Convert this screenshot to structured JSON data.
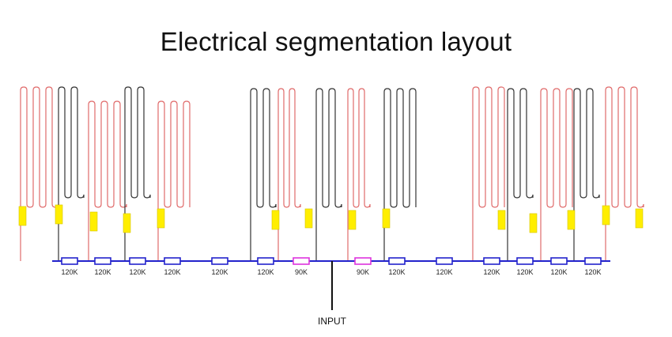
{
  "title": "Electrical segmentation layout",
  "input_label": "INPUT",
  "colors": {
    "red_trace": "#e06a6a",
    "black_trace": "#333333",
    "bus": "#2222cc",
    "resistor": "#2222cc",
    "special_resistor": "#dd33dd",
    "pad": "#ffee00",
    "pad_border": "#d6c400",
    "input_lead": "#111111"
  },
  "resistors": [
    {
      "label": "120K",
      "kind": "normal"
    },
    {
      "label": "120K",
      "kind": "normal"
    },
    {
      "label": "120K",
      "kind": "normal"
    },
    {
      "label": "120K",
      "kind": "normal"
    },
    {
      "label": "120K",
      "kind": "normal"
    },
    {
      "label": "120K",
      "kind": "normal"
    },
    {
      "label": "90K",
      "kind": "special"
    },
    {
      "label": "90K",
      "kind": "special"
    },
    {
      "label": "120K",
      "kind": "normal"
    },
    {
      "label": "120K",
      "kind": "normal"
    },
    {
      "label": "120K",
      "kind": "normal"
    },
    {
      "label": "120K",
      "kind": "normal"
    },
    {
      "label": "120K",
      "kind": "normal"
    },
    {
      "label": "120K",
      "kind": "normal"
    }
  ],
  "segments": [
    {
      "color": "red"
    },
    {
      "color": "black"
    },
    {
      "color": "red"
    },
    {
      "color": "black"
    },
    {
      "color": "red"
    },
    {
      "color": "black"
    },
    {
      "color": "red"
    },
    {
      "color": "black"
    },
    {
      "color": "red"
    },
    {
      "color": "black"
    },
    {
      "color": "red"
    },
    {
      "color": "black"
    },
    {
      "color": "red"
    },
    {
      "color": "black"
    },
    {
      "color": "red"
    },
    {
      "color": "black"
    },
    {
      "color": "red"
    },
    {
      "color": "black"
    },
    {
      "color": "red"
    }
  ]
}
